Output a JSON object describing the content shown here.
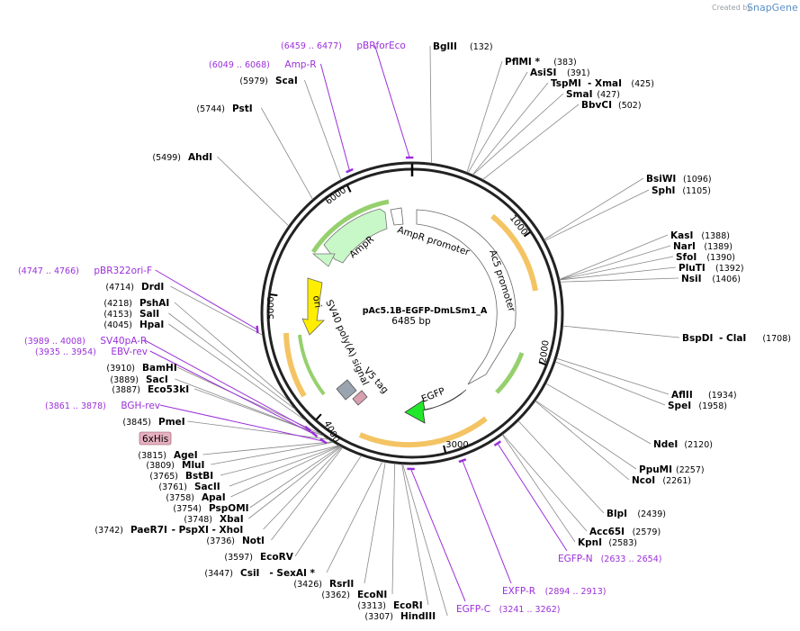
{
  "branding": {
    "created_by": "Created by",
    "product": "SnapGene"
  },
  "plasmid": {
    "name": "pAc5.1B-EGFP-DmLSm1_A",
    "size_label": "6485 bp",
    "length": 6485
  },
  "ticks": [
    "1000",
    "2000",
    "3000",
    "4000",
    "5000",
    "6000"
  ],
  "features": [
    {
      "name": "AmpR",
      "label": "AmpR"
    },
    {
      "name": "AmpR promoter",
      "label": "AmpR promoter"
    },
    {
      "name": "Ac5 promoter",
      "label": "Ac5 promoter"
    },
    {
      "name": "EGFP",
      "label": "EGFP"
    },
    {
      "name": "V5 tag",
      "label": "V5 tag"
    },
    {
      "name": "SV40 poly(A) signal",
      "label": "SV40 poly(A) signal"
    },
    {
      "name": "ori",
      "label": "ori"
    },
    {
      "name": "6xHis",
      "label": "6xHis"
    }
  ],
  "enzymes": [
    {
      "name": "BglII",
      "pos": "(132)"
    },
    {
      "name": "PflMI *",
      "pos": "(383)"
    },
    {
      "name": "AsiSI",
      "pos": "(391)"
    },
    {
      "name": "TspMI",
      "sep": "- XmaI",
      "pos": "(425)"
    },
    {
      "name": "SmaI",
      "pos": "(427)"
    },
    {
      "name": "BbvCI",
      "pos": "(502)"
    },
    {
      "name": "BsiWI",
      "pos": "(1096)"
    },
    {
      "name": "SphI",
      "pos": "(1105)"
    },
    {
      "name": "KasI",
      "pos": "(1388)"
    },
    {
      "name": "NarI",
      "pos": "(1389)"
    },
    {
      "name": "SfoI",
      "pos": "(1390)"
    },
    {
      "name": "PluTI",
      "pos": "(1392)"
    },
    {
      "name": "NsiI",
      "pos": "(1406)"
    },
    {
      "name": "BspDI",
      "sep": "- ClaI",
      "pos": "(1708)"
    },
    {
      "name": "AflII",
      "pos": "(1934)"
    },
    {
      "name": "SpeI",
      "pos": "(1958)"
    },
    {
      "name": "NdeI",
      "pos": "(2120)"
    },
    {
      "name": "PpuMI",
      "pos": "(2257)"
    },
    {
      "name": "NcoI",
      "pos": "(2261)"
    },
    {
      "name": "BlpI",
      "pos": "(2439)"
    },
    {
      "name": "Acc65I",
      "pos": "(2579)"
    },
    {
      "name": "KpnI",
      "pos": "(2583)"
    },
    {
      "name": "HindIII",
      "pos": "(3307)"
    },
    {
      "name": "EcoRI",
      "pos": "(3313)"
    },
    {
      "name": "EcoNI",
      "pos": "(3362)"
    },
    {
      "name": "RsrII",
      "pos": "(3426)"
    },
    {
      "name": "CsiI",
      "sep": "- SexAI *",
      "pos": "(3447)"
    },
    {
      "name": "EcoRV",
      "pos": "(3597)"
    },
    {
      "name": "NotI",
      "pos": "(3736)"
    },
    {
      "name": "PaeR7I",
      "sep": "- PspXI  - XhoI",
      "pos": "(3742)"
    },
    {
      "name": "XbaI",
      "pos": "(3748)"
    },
    {
      "name": "PspOMI",
      "pos": "(3754)"
    },
    {
      "name": "ApaI",
      "pos": "(3758)"
    },
    {
      "name": "SacII",
      "pos": "(3761)"
    },
    {
      "name": "BstBI",
      "pos": "(3765)"
    },
    {
      "name": "MluI",
      "pos": "(3809)"
    },
    {
      "name": "AgeI",
      "pos": "(3815)"
    },
    {
      "name": "PmeI",
      "pos": "(3845)"
    },
    {
      "name": "Eco53kI",
      "pos": "(3887)"
    },
    {
      "name": "SacI",
      "pos": "(3889)"
    },
    {
      "name": "BamHI",
      "pos": "(3910)"
    },
    {
      "name": "HpaI",
      "pos": "(4045)"
    },
    {
      "name": "SalI",
      "pos": "(4153)"
    },
    {
      "name": "PshAI",
      "pos": "(4218)"
    },
    {
      "name": "DrdI",
      "pos": "(4714)"
    },
    {
      "name": "AhdI",
      "pos": "(5499)"
    },
    {
      "name": "PstI",
      "pos": "(5744)"
    },
    {
      "name": "ScaI",
      "pos": "(5979)"
    }
  ],
  "primers": [
    {
      "name": "pBRforEco",
      "range": "(6459 .. 6477)"
    },
    {
      "name": "Amp-R",
      "range": "(6049 .. 6068)"
    },
    {
      "name": "pBR322ori-F",
      "range": "(4747 .. 4766)"
    },
    {
      "name": "SV40pA-R",
      "range": "(3989 .. 4008)"
    },
    {
      "name": "EBV-rev",
      "range": "(3935 .. 3954)"
    },
    {
      "name": "BGH-rev",
      "range": "(3861 .. 3878)"
    },
    {
      "name": "EGFP-N",
      "range": "(2633 .. 2654)"
    },
    {
      "name": "EXFP-R",
      "range": "(2894 .. 2913)"
    },
    {
      "name": "EGFP-C",
      "range": "(3241 .. 3262)"
    }
  ],
  "colors": {
    "backbone": "#222222",
    "primer": "#9b30d9",
    "ampr_fill": "#c8f7c8",
    "egfp_fill": "#22e82a",
    "ori_fill": "#ffee00",
    "sv40_fill": "#9aa4b0",
    "v5_fill": "#d9a0b0",
    "his_fill": "#e6b0c0",
    "orf_arc": "#f0b030",
    "orf_arc_inner": "#7cc44a"
  }
}
